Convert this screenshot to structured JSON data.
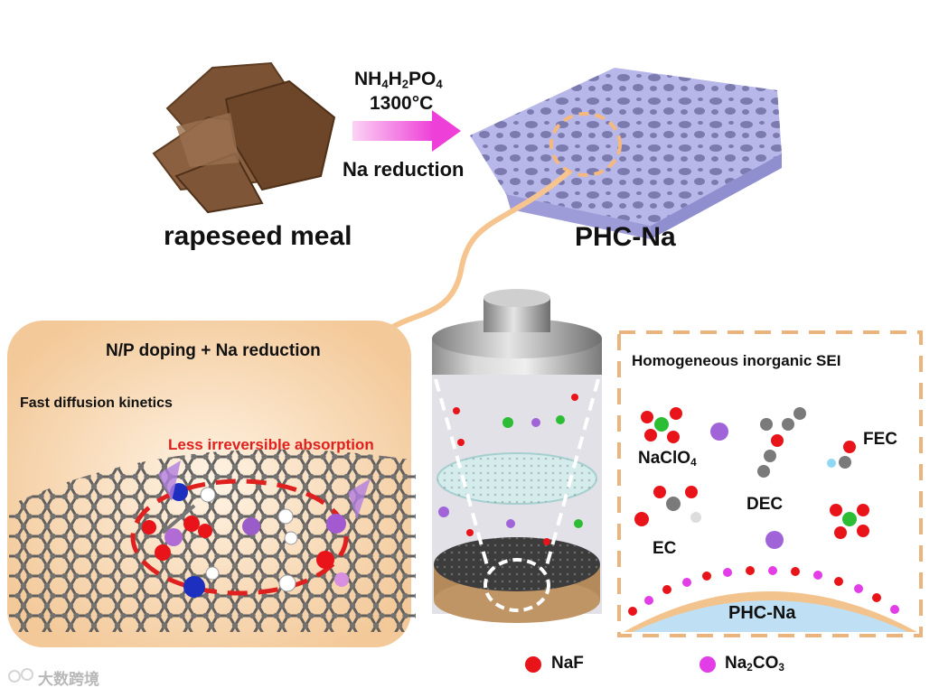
{
  "top": {
    "source_label": "rapeseed meal",
    "product_label": "PHC-Na",
    "reagent_parts": [
      "NH",
      "4",
      "H",
      "2",
      "PO",
      "4"
    ],
    "temperature": "1300°C",
    "process": "Na reduction"
  },
  "left_panel": {
    "title": "N/P doping + Na reduction",
    "kinetics": "Fast diffusion kinetics",
    "absorption": "Less irreversible absorption"
  },
  "right_panel": {
    "title": "Homogeneous inorganic SEI",
    "naclo4": [
      "NaClO",
      "4"
    ],
    "fec": "FEC",
    "dec": "DEC",
    "ec": "EC",
    "substrate": "PHC-Na"
  },
  "legend": {
    "naf": "NaF",
    "na2co3_parts": [
      "Na",
      "2",
      "CO",
      "3"
    ]
  },
  "watermark": "大数跨境",
  "colors": {
    "orange_panel": "#f8d3a8",
    "dash_orange": "#e9b47d",
    "red_text": "#e0201e",
    "pink_arrow": "#f04ad8",
    "carbon_purple": "#b8b7ea",
    "naf_red": "#e8141a",
    "na2co3_magenta": "#e23de6"
  }
}
